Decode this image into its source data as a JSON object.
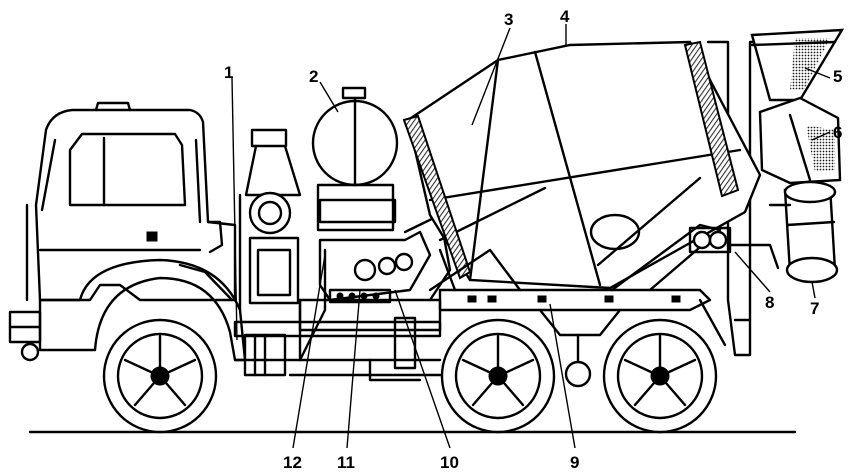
{
  "labels": [
    "1",
    "2",
    "3",
    "4",
    "5",
    "6",
    "7",
    "8",
    "9",
    "10",
    "11",
    "12"
  ],
  "colors": {
    "ink": "#000000",
    "paper": "#ffffff",
    "hatch": "#555555"
  }
}
